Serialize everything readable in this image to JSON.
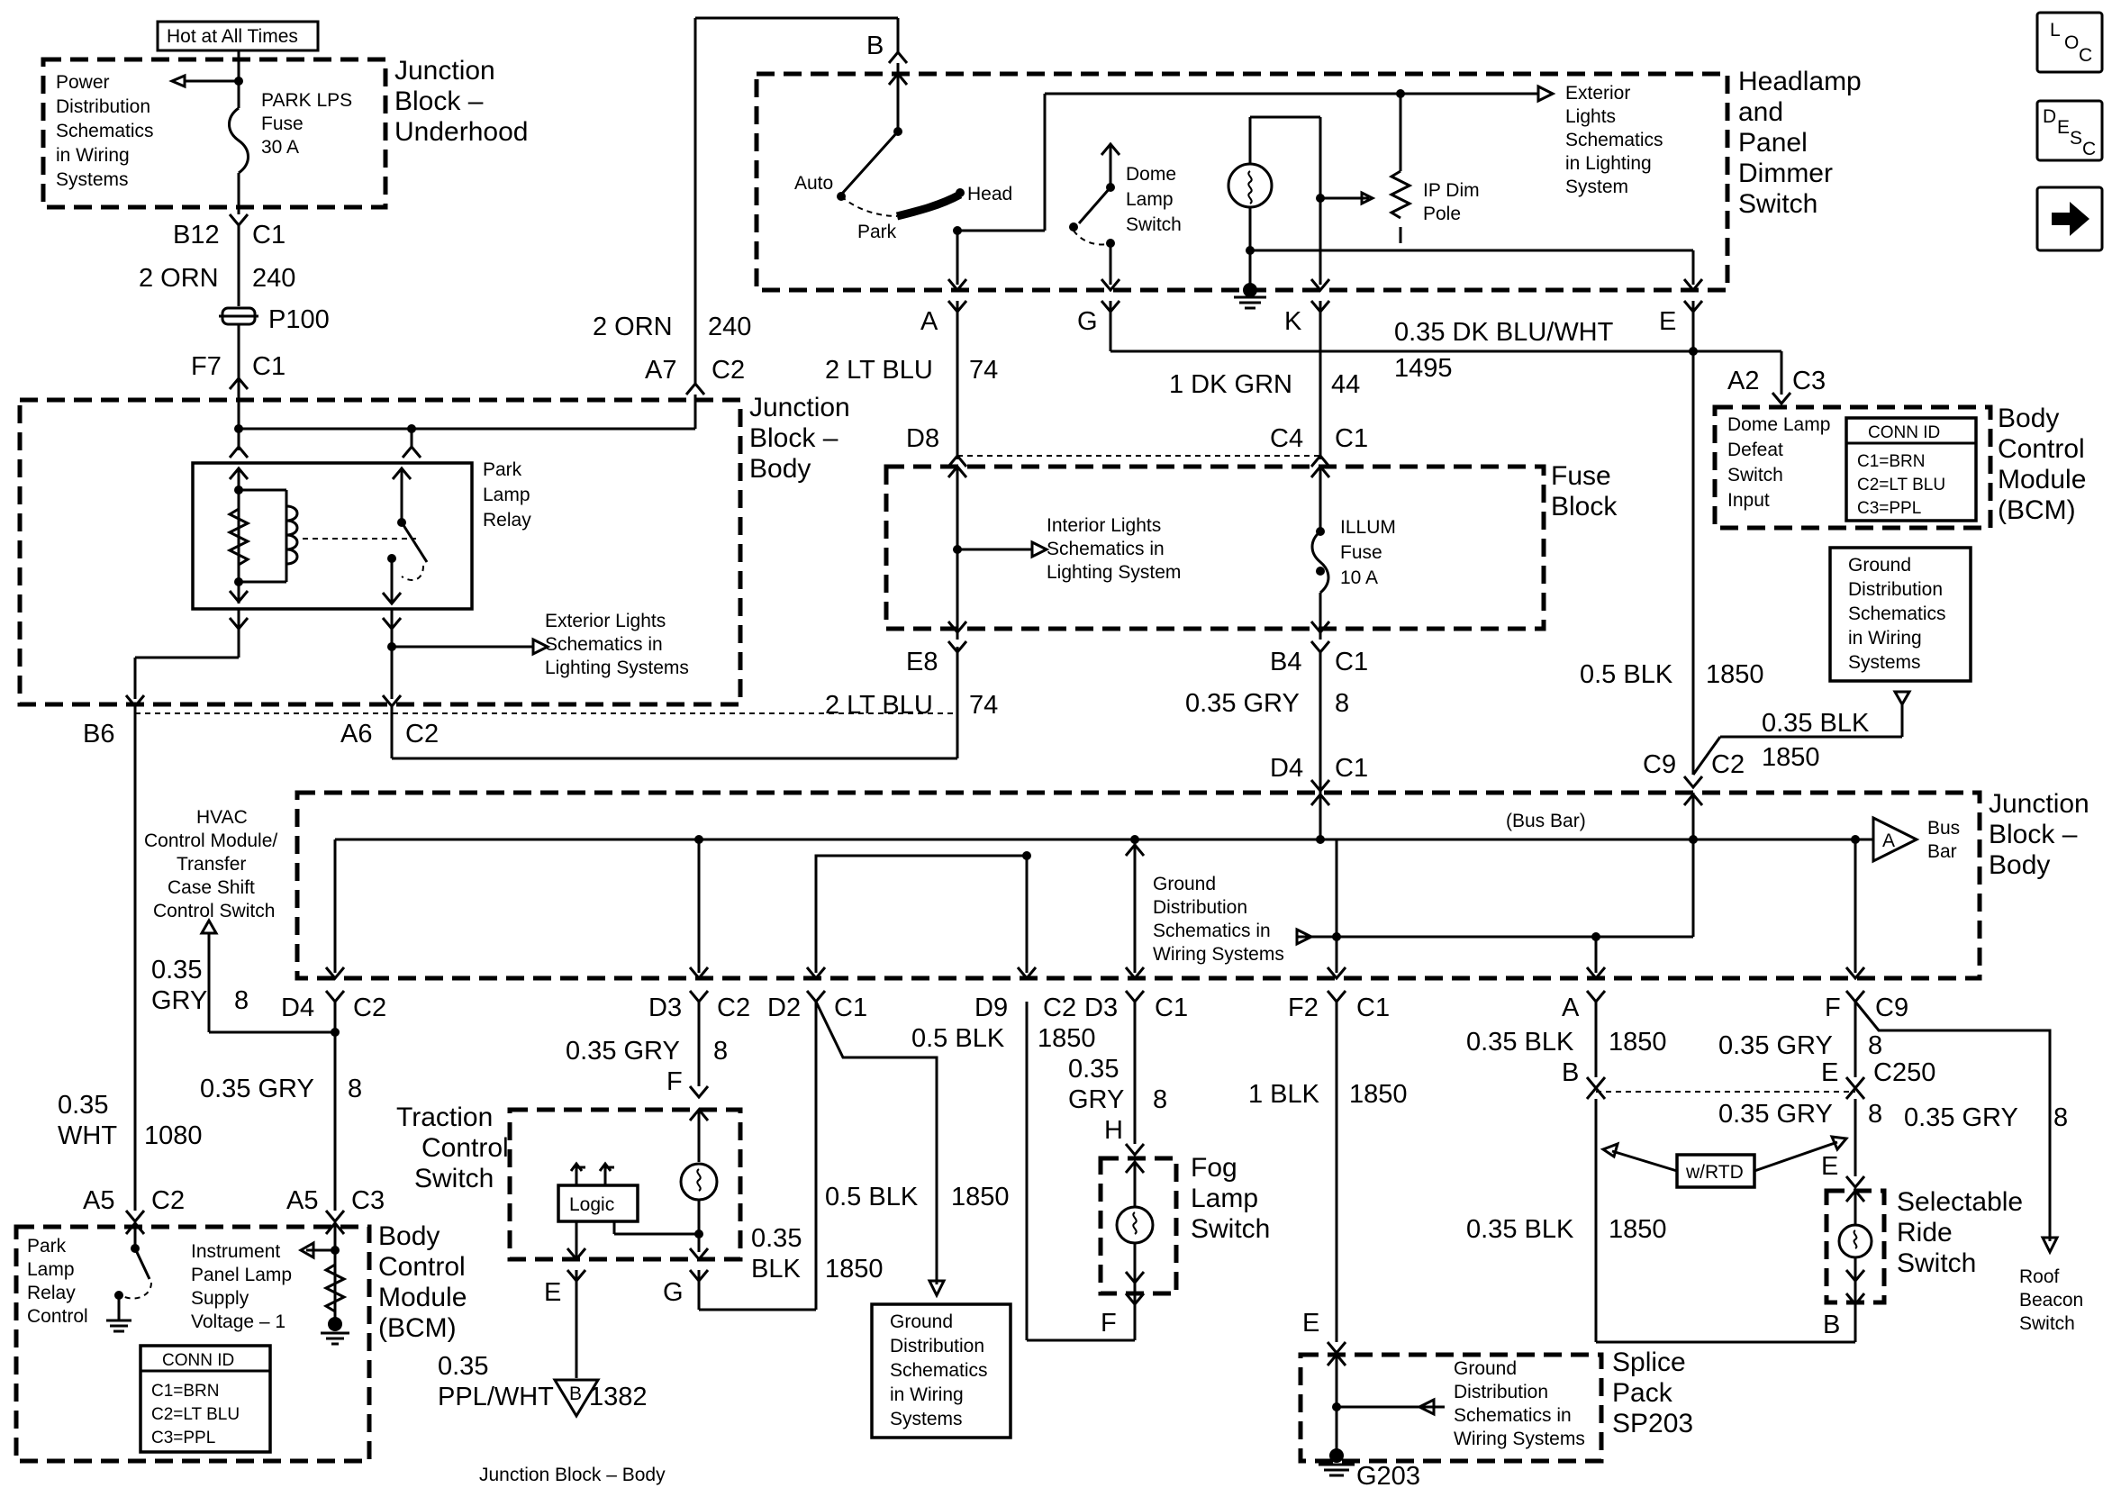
{
  "nav": {
    "loc": "LOC",
    "desc": "DESC",
    "next_icon": "arrow-right-icon"
  },
  "components": {
    "hot_at_all_times": "Hot at All Times",
    "junction_underhood": [
      "Junction",
      "Block –",
      "Underhood"
    ],
    "power_distribution": [
      "Power",
      "Distribution",
      "Schematics",
      "in Wiring",
      "Systems"
    ],
    "park_lps_fuse": [
      "PARK LPS",
      "Fuse",
      "30 A"
    ],
    "headlamp_switch": [
      "Headlamp",
      "and",
      "Panel",
      "Dimmer",
      "Switch"
    ],
    "auto": "Auto",
    "park": "Park",
    "head": "Head",
    "dome_lamp_switch": [
      "Dome",
      "Lamp",
      "Switch"
    ],
    "ip_dim_pole": [
      "IP Dim",
      "Pole"
    ],
    "exterior_lights_top": [
      "Exterior",
      "Lights",
      "Schematics",
      "in Lighting",
      "System"
    ],
    "junction_body_top": [
      "Junction",
      "Block –",
      "Body"
    ],
    "park_lamp_relay": [
      "Park",
      "Lamp",
      "Relay"
    ],
    "exterior_lights_mid": [
      "Exterior Lights",
      "Schematics in",
      "Lighting Systems"
    ],
    "fuse_block": [
      "Fuse",
      "Block"
    ],
    "interior_lights": [
      "Interior Lights",
      "Schematics in",
      "Lighting System"
    ],
    "illum_fuse": [
      "ILLUM",
      "Fuse",
      "10 A"
    ],
    "dome_lamp_defeat": [
      "Dome Lamp",
      "Defeat",
      "Switch",
      "Input"
    ],
    "conn_id_title": "CONN ID",
    "conn_ids": [
      "C1=BRN",
      "C2=LT BLU",
      "C3=PPL"
    ],
    "bcm_right": [
      "Body",
      "Control",
      "Module",
      "(BCM)"
    ],
    "ground_dist_right": [
      "Ground",
      "Distribution",
      "Schematics",
      "in Wiring",
      "Systems"
    ],
    "bus_bar_center": "(Bus Bar)",
    "bus_bar_right": [
      "Bus",
      "Bar"
    ],
    "junction_body_right": [
      "Junction",
      "Block –",
      "Body"
    ],
    "hvac": [
      "HVAC",
      "Control Module/",
      "Transfer",
      "Case Shift",
      "Control Switch"
    ],
    "ground_dist_mid": [
      "Ground",
      "Distribution",
      "Schematics in",
      "Wiring Systems"
    ],
    "traction_control": [
      "Traction",
      "Control",
      "Switch"
    ],
    "logic": "Logic",
    "fog_lamp_switch": [
      "Fog",
      "Lamp",
      "Switch"
    ],
    "ground_dist_bottom": [
      "Ground",
      "Distribution",
      "Schematics",
      "in Wiring",
      "Systems"
    ],
    "splice_pack": [
      "Splice",
      "Pack",
      "SP203"
    ],
    "ground_dist_splice": [
      "Ground",
      "Distribution",
      "Schematics in",
      "Wiring Systems"
    ],
    "g203": "G203",
    "w_rtd": "w/RTD",
    "selectable_ride": [
      "Selectable",
      "Ride",
      "Switch"
    ],
    "roof_beacon": [
      "Roof",
      "Beacon",
      "Switch"
    ],
    "bcm_bottom": [
      "Body",
      "Control",
      "Module",
      "(BCM)"
    ],
    "park_lamp_relay_control": [
      "Park",
      "Lamp",
      "Relay",
      "Control"
    ],
    "instrument_panel": [
      "Instrument",
      "Panel Lamp",
      "Supply",
      "Voltage – 1"
    ],
    "junction_block_body_bottom": "Junction Block – Body",
    "offpage_a": "A",
    "offpage_b": "B"
  },
  "wires": {
    "w240_left": [
      "2 ORN",
      "240"
    ],
    "w240_mid": [
      "2 ORN",
      "240"
    ],
    "w74_top": [
      "2 LT BLU",
      "74"
    ],
    "w44": [
      "1 DK GRN",
      "44"
    ],
    "w1495": [
      "0.35 DK BLU/WHT",
      "1495"
    ],
    "w8_fuse": [
      "0.35 GRY",
      "8"
    ],
    "w74_bot": [
      "2 LT BLU",
      "74"
    ],
    "w1850_bcm": [
      "0.5 BLK",
      "1850"
    ],
    "w1850_c2": [
      "0.35 BLK",
      "1850"
    ],
    "w8_hvac": [
      "0.35",
      "GRY",
      "8"
    ],
    "w1080": [
      "0.35",
      "WHT",
      "1080"
    ],
    "w8_d4": [
      "0.35 GRY",
      "8"
    ],
    "w8_d3": [
      "0.35 GRY",
      "8"
    ],
    "w1850_d2": [
      "0.5 BLK"
    ],
    "w1850_d9": "1850",
    "w8_fog": [
      "0.35",
      "GRY",
      "8"
    ],
    "w1850_f2": [
      "1 BLK",
      "1850"
    ],
    "w1850_a": [
      "0.35 BLK",
      "1850"
    ],
    "w8_f": [
      "0.35 GRY",
      "8"
    ],
    "w8_e": [
      "0.35 GRY",
      "8"
    ],
    "w8_roof": [
      "0.35 GRY",
      "8"
    ],
    "w1850_tcs": [
      "0.35",
      "BLK",
      "1850"
    ],
    "w1850_gd": [
      "0.5 BLK",
      "1850"
    ],
    "w1850_ride": [
      "0.35 BLK",
      "1850"
    ],
    "w1382": [
      "0.35",
      "PPL/WHT",
      "1382"
    ]
  },
  "connectors": {
    "b12_c1": [
      "B12",
      "C1"
    ],
    "p100": "P100",
    "f7_c1": [
      "F7",
      "C1"
    ],
    "a7_c2": [
      "A7",
      "C2"
    ],
    "b_top": "B",
    "a_top": "A",
    "g_top": "G",
    "k_top": "K",
    "e_top": "E",
    "d8": "D8",
    "c4_c1": [
      "C4",
      "C1"
    ],
    "a2_c3": [
      "A2",
      "C3"
    ],
    "e8": "E8",
    "b4_c1": [
      "B4",
      "C1"
    ],
    "b6": "B6",
    "a6_c2": [
      "A6",
      "C2"
    ],
    "d4_c1": [
      "D4",
      "C1"
    ],
    "c9_c2": [
      "C9",
      "C2"
    ],
    "d4_c2": [
      "D4",
      "C2"
    ],
    "d3_c2": [
      "D3",
      "C2"
    ],
    "d2_c1": [
      "D2",
      "C1"
    ],
    "d9_c2": [
      "D9",
      "C2"
    ],
    "d3_c1": [
      "D3",
      "C1"
    ],
    "f2_c1": [
      "F2",
      "C1"
    ],
    "a_pin": "A",
    "f_c9": [
      "F",
      "C9"
    ],
    "b_pin": "B",
    "e_c250": [
      "E",
      "C250"
    ],
    "f_tcs": "F",
    "a5_c2": [
      "A5",
      "C2"
    ],
    "a5_c3": [
      "A5",
      "C3"
    ],
    "e_tcs": "E",
    "g_tcs": "G",
    "h_fog": "H",
    "f_fog": "F",
    "e_splice": "E",
    "e_ride": "E",
    "b_ride": "B"
  }
}
